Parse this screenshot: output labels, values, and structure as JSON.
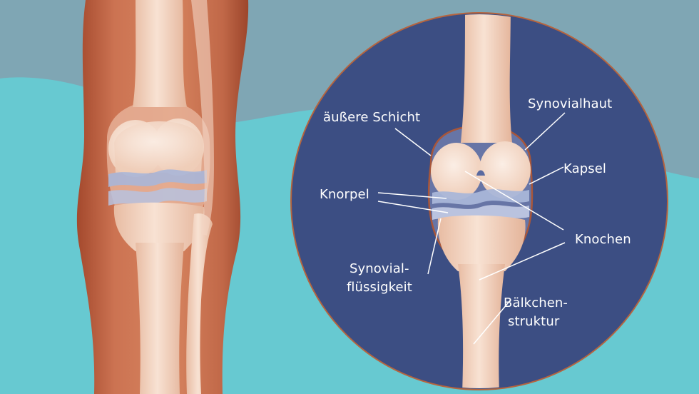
{
  "colors": {
    "background_teal": "#67c9d1",
    "background_slate": "#7fa6b4",
    "circle_navy": "#3c4e83",
    "skin": "#c8704f",
    "bone": "#f1d3c0",
    "cartilage": "#a9b6d8",
    "label_text": "#ffffff"
  },
  "labels": {
    "outer_layer": "äußere Schicht",
    "synovial_membrane": "Synovialhaut",
    "capsule": "Kapsel",
    "cartilage": "Knorpel",
    "bone": "Knochen",
    "synovial_fluid_line1": "Synovial-",
    "synovial_fluid_line2": "flüssigkeit",
    "trabecular_line1": "Bälkchen-",
    "trabecular_line2": "struktur"
  }
}
